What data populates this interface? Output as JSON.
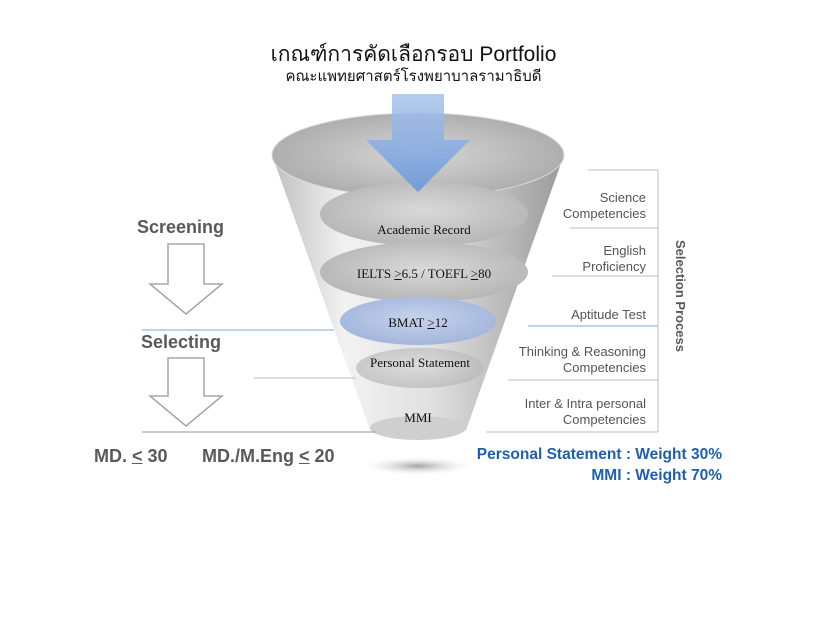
{
  "header": {
    "title": "เกณฑ์การคัดเลือกรอบ Portfolio",
    "subtitle": "คณะแพทยศาสตร์โรงพยาบาลรามาธิบดี"
  },
  "funnel": {
    "stages": [
      {
        "label": "Academic Record"
      },
      {
        "label_pre": "IELTS ",
        "label_u1": ">",
        "label_mid": "6.5 / TOEFL ",
        "label_u2": ">",
        "label_post": "80"
      },
      {
        "label_pre": "BMAT ",
        "label_u": ">",
        "label_post": "12"
      },
      {
        "label": "Personal Statement"
      },
      {
        "label": "MMI"
      }
    ]
  },
  "left": {
    "screening": "Screening",
    "selecting": "Selecting",
    "md_prefix": "MD. ",
    "md_symbol": "<",
    "md_value": " 30",
    "mdeng_prefix": "MD./M.Eng ",
    "mdeng_symbol": "<",
    "mdeng_value": " 20"
  },
  "right": {
    "competencies": [
      {
        "line1": "Science",
        "line2": "Competencies"
      },
      {
        "line1": "English",
        "line2": "Proficiency"
      },
      {
        "line1": "Aptitude Test",
        "line2": ""
      },
      {
        "line1": "Thinking & Reasoning",
        "line2": "Competencies"
      },
      {
        "line1": "Inter & Intra personal",
        "line2": "Competencies"
      }
    ],
    "process_label": "Selection Process"
  },
  "weights": {
    "personal_statement": "Personal Statement : Weight 30%",
    "mmi": "MMI : Weight 70%"
  },
  "colors": {
    "accent_blue": "#1f5fae",
    "arrow_blue": "#7fa8e0",
    "bmat_blue": "#aebfe0",
    "gray_text": "#595959"
  }
}
